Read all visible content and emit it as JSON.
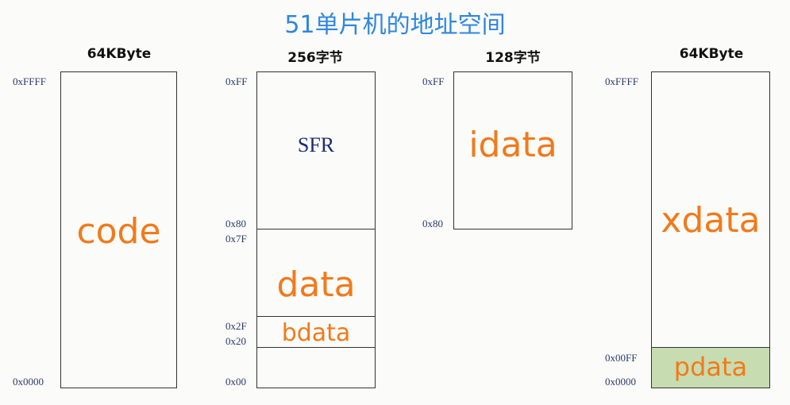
{
  "title": "51单片机的地址空间",
  "columns": [
    {
      "header": "64KByte",
      "addresses": [
        "0xFFFF",
        "0x0000"
      ],
      "regions": [
        {
          "label": "code"
        }
      ]
    },
    {
      "header": "256字节",
      "addresses": [
        "0xFF",
        "0x80",
        "0x7F",
        "0x2F",
        "0x20",
        "0x00"
      ],
      "regions": [
        {
          "label": "SFR"
        },
        {
          "label": "data"
        },
        {
          "label": "bdata"
        }
      ]
    },
    {
      "header": "128字节",
      "addresses": [
        "0xFF",
        "0x80"
      ],
      "regions": [
        {
          "label": "idata"
        }
      ]
    },
    {
      "header": "64KByte",
      "addresses": [
        "0xFFFF",
        "0x00FF",
        "0x0000"
      ],
      "regions": [
        {
          "label": "xdata"
        },
        {
          "label": "pdata"
        }
      ]
    }
  ],
  "colors": {
    "title": "#2f86e0",
    "region_label": "#f27a1a",
    "sfr_label": "#1a2a7a",
    "pdata_fill": "#c7dcb0"
  }
}
